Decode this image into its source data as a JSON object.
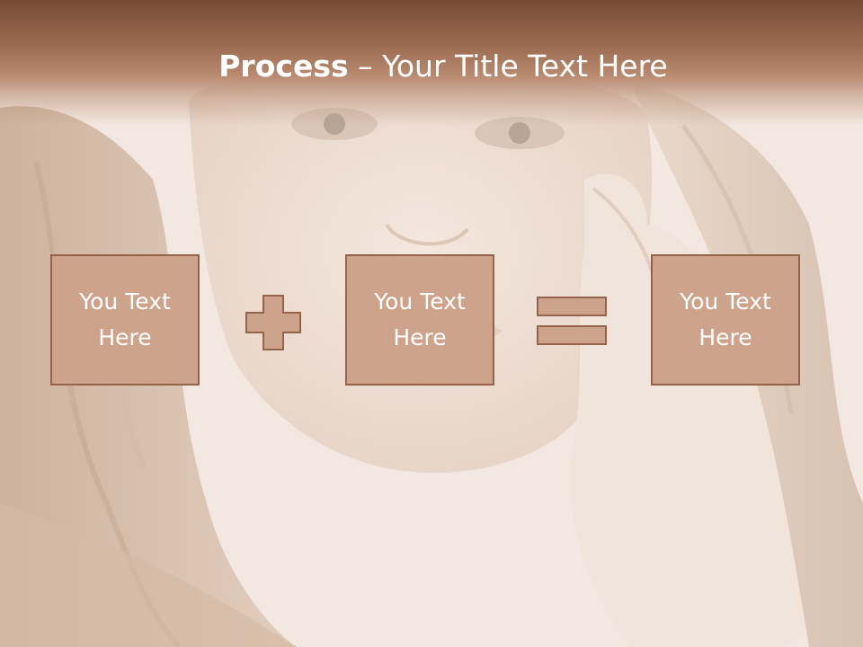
{
  "slide": {
    "title_bold": "Process",
    "title_rest": " – Your Title Text Here"
  },
  "process": {
    "boxes": [
      {
        "line1": "You Text",
        "line2": "Here"
      },
      {
        "line1": "You Text",
        "line2": "Here"
      },
      {
        "line1": "You Text",
        "line2": "Here"
      }
    ],
    "operators": [
      "plus-icon",
      "equals-icon"
    ]
  },
  "colors": {
    "title_band": "#7a4c36",
    "box_fill": "#cda38c",
    "box_border": "#94634a",
    "text": "#ffffff"
  }
}
